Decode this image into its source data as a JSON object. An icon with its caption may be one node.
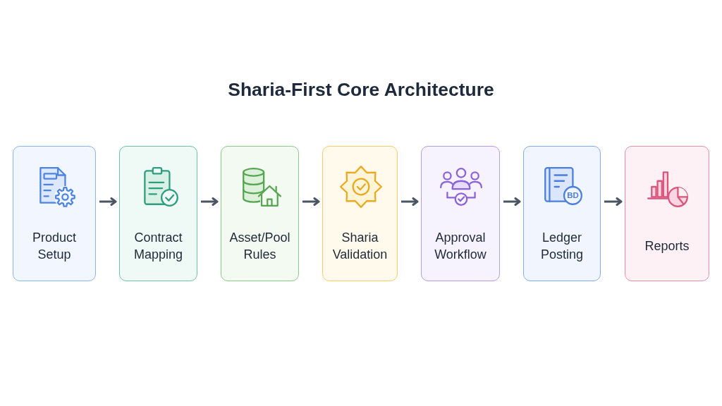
{
  "diagram": {
    "title": "Sharia-First Core Architecture",
    "nodes": [
      {
        "text": [
          "Product Setup"
        ]
      },
      {
        "text": [
          "Contract Mapping"
        ]
      },
      {
        "text": [
          "Asset/Pool Rules"
        ]
      },
      {
        "text": [
          "Sharia Validation"
        ]
      },
      {
        "text": [
          "Approval Workflow"
        ]
      },
      {
        "text": [
          "BD",
          "Ledger Posting"
        ]
      },
      {
        "text": [
          "Reports"
        ]
      }
    ],
    "edges": [
      {
        "from": 0,
        "to": 1,
        "arrow": "to"
      },
      {
        "from": 1,
        "to": 2,
        "arrow": "to"
      },
      {
        "from": 2,
        "to": 3,
        "arrow": "to"
      },
      {
        "from": 3,
        "to": 4,
        "arrow": "to"
      },
      {
        "from": 4,
        "to": 5,
        "arrow": "to"
      },
      {
        "from": 5,
        "to": 6,
        "arrow": "to"
      }
    ]
  }
}
